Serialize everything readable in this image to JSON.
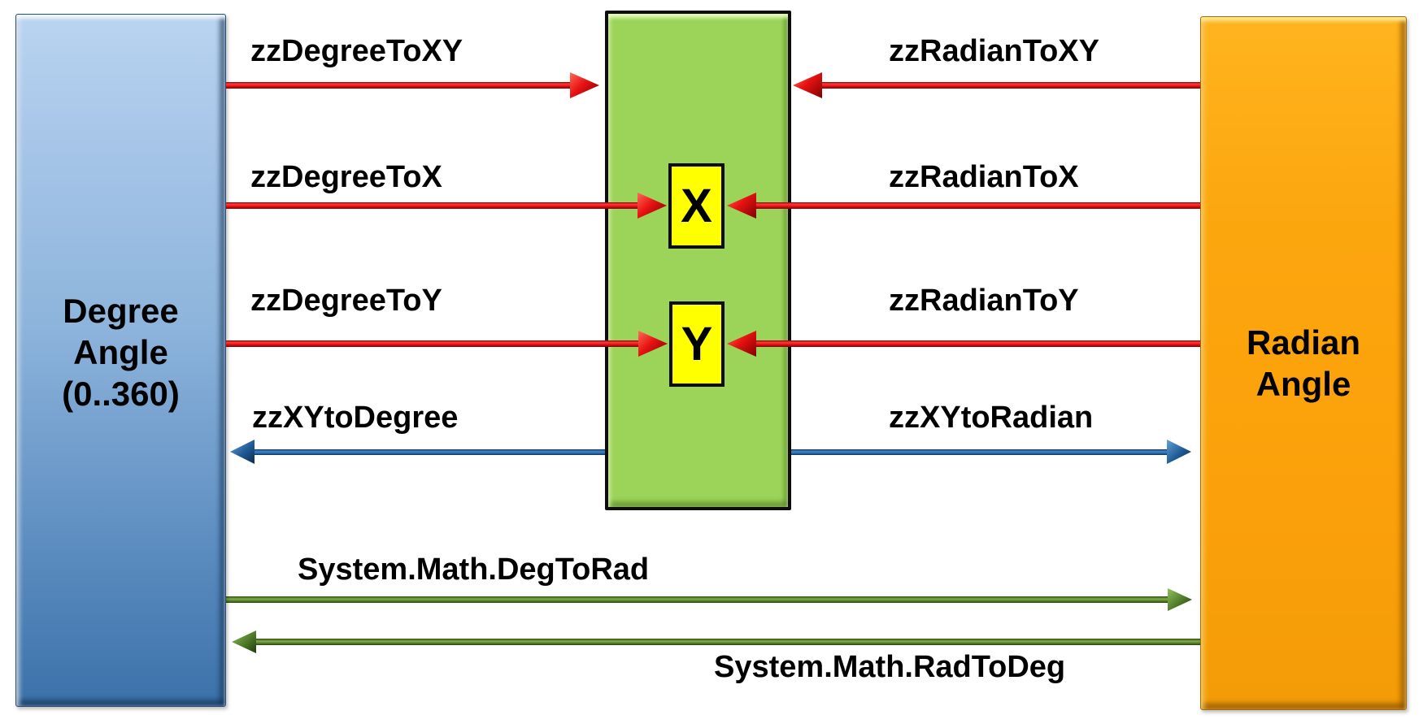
{
  "boxes": {
    "degree_angle": {
      "line1": "Degree",
      "line2": "Angle",
      "line3": "(0..360)"
    },
    "radian_angle": {
      "line1": "Radian",
      "line2": "Angle"
    },
    "x_box": "X",
    "y_box": "Y"
  },
  "labels": {
    "deg_to_xy": "zzDegreeToXY",
    "rad_to_xy": "zzRadianToXY",
    "deg_to_x": "zzDegreeToX",
    "rad_to_x": "zzRadianToX",
    "deg_to_y": "zzDegreeToY",
    "rad_to_y": "zzRadianToY",
    "xy_to_deg": "zzXYtoDegree",
    "xy_to_rad": "zzXYtoRadian",
    "sys_deg_to_rad": "System.Math.DegToRad",
    "sys_rad_to_deg": "System.Math.RadToDeg"
  },
  "colors": {
    "degree_box": "#4a7fb8",
    "radian_box": "#fba60d",
    "function_box": "#9cd45a",
    "xy_box": "#ffff00",
    "red_arrow": "#e81212",
    "blue_arrow": "#2a6fb5",
    "green_arrow": "#567d2a",
    "text": "#000000",
    "background": "#ffffff"
  }
}
